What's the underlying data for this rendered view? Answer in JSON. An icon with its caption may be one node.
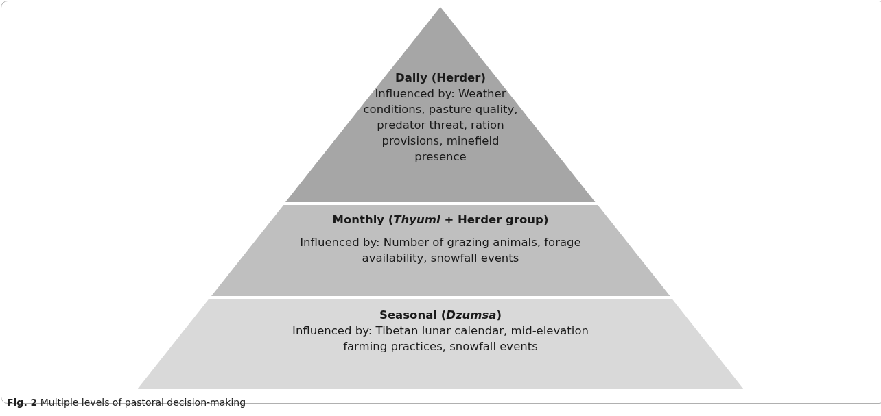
{
  "diagram": {
    "caption": "**Fig. 2** Multiple levels of pastoral decision-making",
    "nodes": [
      {
        "text": [
          "Daily (Herder)",
          "Influenced by: Weather conditions, pasture quality, predator threat, ration provisions, minefield presence"
        ]
      },
      {
        "text": [
          "Monthly (*Thyumi* + Herder group)",
          "Influenced by: Number of grazing animals, forage availability, snowfall events"
        ]
      },
      {
        "text": [
          "Seasonal (*Dzumsa*)",
          "Influenced by: Tibetan lunar calendar, mid-elevation farming practices, snowfall events"
        ]
      }
    ],
    "edges": []
  }
}
